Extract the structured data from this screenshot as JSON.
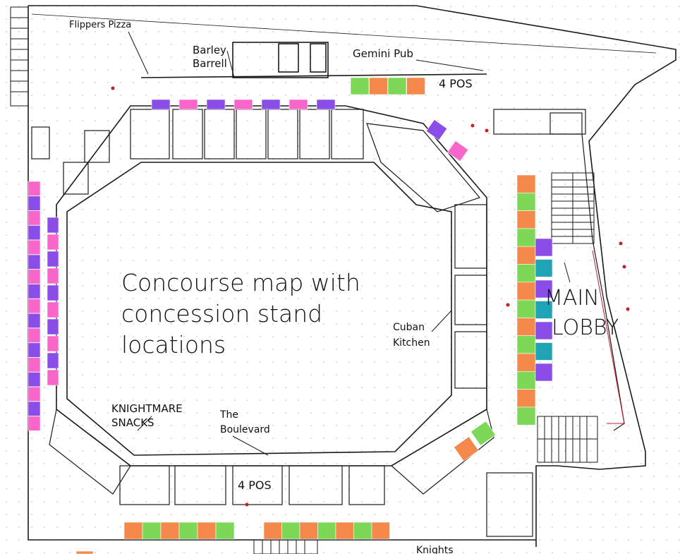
{
  "labels": {
    "flippers": "Flippers Pizza",
    "barley_1": "Barley",
    "barley_2": "Barrell",
    "gemini": "Gemini Pub",
    "pos_top": "4 POS",
    "pos_bottom": "4 POS",
    "cuban_1": "Cuban",
    "cuban_2": "Kitchen",
    "knightmare_1": "KNIGHTMARE",
    "knightmare_2": "SNACKS",
    "boulevard_1": "The",
    "boulevard_2": "Boulevard",
    "lobby_1": "MAIN",
    "lobby_2": "LOBBY",
    "knights": "Knights",
    "title_1": "Concourse map with",
    "title_2": "concession stand",
    "title_3": "locations"
  },
  "colors": {
    "orange": "#f4894b",
    "green": "#7ed858",
    "purple": "#8a4de8",
    "pink": "#f766c8",
    "teal": "#1fa3b5",
    "line": "#1a1a1a",
    "exit_red": "#c0202a"
  },
  "stand_groups": [
    {
      "name": "gemini-pub-stands",
      "colors": [
        "green",
        "orange",
        "green",
        "orange"
      ]
    },
    {
      "name": "north-suite-stands",
      "colors": [
        "purple",
        "pink",
        "purple",
        "pink",
        "purple",
        "pink",
        "purple"
      ]
    },
    {
      "name": "northeast-stands",
      "colors": [
        "purple",
        "pink"
      ]
    },
    {
      "name": "lobby-main-column",
      "colors": [
        "orange",
        "green",
        "orange",
        "green",
        "orange",
        "green",
        "orange",
        "green",
        "orange",
        "green",
        "orange",
        "green",
        "orange",
        "green"
      ]
    },
    {
      "name": "lobby-side-column",
      "colors": [
        "purple",
        "teal",
        "purple",
        "teal",
        "purple",
        "teal",
        "purple"
      ]
    },
    {
      "name": "west-outer-column",
      "colors": [
        "pink",
        "purple",
        "pink",
        "purple",
        "pink",
        "purple",
        "pink",
        "purple",
        "pink",
        "purple",
        "pink",
        "purple",
        "pink",
        "purple",
        "pink",
        "purple",
        "pink"
      ]
    },
    {
      "name": "west-inner-column",
      "colors": [
        "purple",
        "pink",
        "purple",
        "pink",
        "purple",
        "pink",
        "purple",
        "pink",
        "purple",
        "pink"
      ]
    },
    {
      "name": "southwest-stands",
      "colors": [
        "orange",
        "green",
        "orange",
        "green",
        "orange",
        "green"
      ]
    },
    {
      "name": "south-stands",
      "colors": [
        "orange",
        "green",
        "orange",
        "green",
        "orange",
        "green",
        "orange"
      ]
    },
    {
      "name": "southeast-stands",
      "colors": [
        "green",
        "orange"
      ]
    },
    {
      "name": "bottom-stub-stand",
      "colors": [
        "orange"
      ]
    }
  ]
}
